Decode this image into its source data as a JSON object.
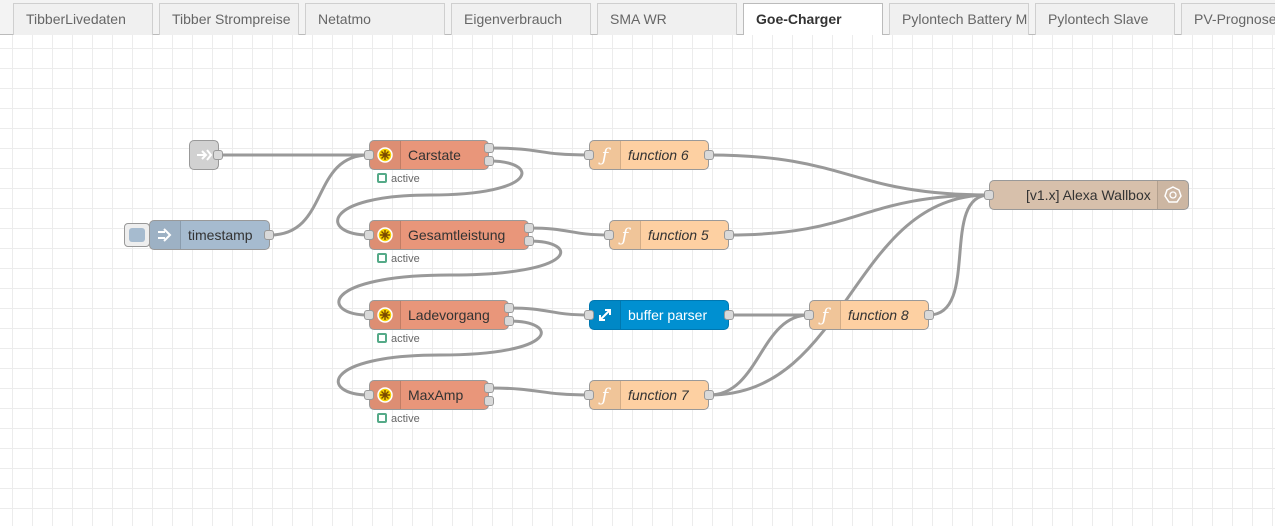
{
  "tabs": [
    {
      "label": "TibberLivedaten",
      "active": false
    },
    {
      "label": "Tibber Strompreise",
      "active": false
    },
    {
      "label": "Netatmo",
      "active": false
    },
    {
      "label": "Eigenverbrauch",
      "active": false
    },
    {
      "label": "SMA WR",
      "active": false
    },
    {
      "label": "Goe-Charger",
      "active": true
    },
    {
      "label": "Pylontech Battery M",
      "active": false
    },
    {
      "label": "Pylontech Slave",
      "active": false
    },
    {
      "label": "PV-Prognose",
      "active": false
    }
  ],
  "nodes": {
    "link_in": {
      "type": "link-in",
      "icon": "link-in-icon"
    },
    "timestamp": {
      "label": "timestamp",
      "type": "inject",
      "color": "#a6bbcf"
    },
    "carstate": {
      "label": "Carstate",
      "type": "iobroker-in",
      "color": "#e9967a",
      "status": "active"
    },
    "gesamtleistung": {
      "label": "Gesamtleistung",
      "type": "iobroker-in",
      "color": "#e9967a",
      "status": "active"
    },
    "ladevorgang": {
      "label": "Ladevorgang",
      "type": "iobroker-in",
      "color": "#e9967a",
      "status": "active"
    },
    "maxamp": {
      "label": "MaxAmp",
      "type": "iobroker-in",
      "color": "#e9967a",
      "status": "active"
    },
    "function6": {
      "label": "function 6",
      "type": "function",
      "color": "#fdd0a2"
    },
    "function5": {
      "label": "function 5",
      "type": "function",
      "color": "#fdd0a2"
    },
    "buffer_parser": {
      "label": "buffer parser",
      "type": "buffer-parser",
      "color": "#0090d1"
    },
    "function7": {
      "label": "function 7",
      "type": "function",
      "color": "#fdd0a2"
    },
    "function8": {
      "label": "function 8",
      "type": "function",
      "color": "#fdd0a2"
    },
    "alexa": {
      "label": "[v1.x] Alexa Wallbox",
      "type": "alexa-smarthome",
      "color": "#d7c0ab"
    }
  },
  "colors": {
    "wire": "#999999",
    "status_active": "#5a8a5a"
  }
}
